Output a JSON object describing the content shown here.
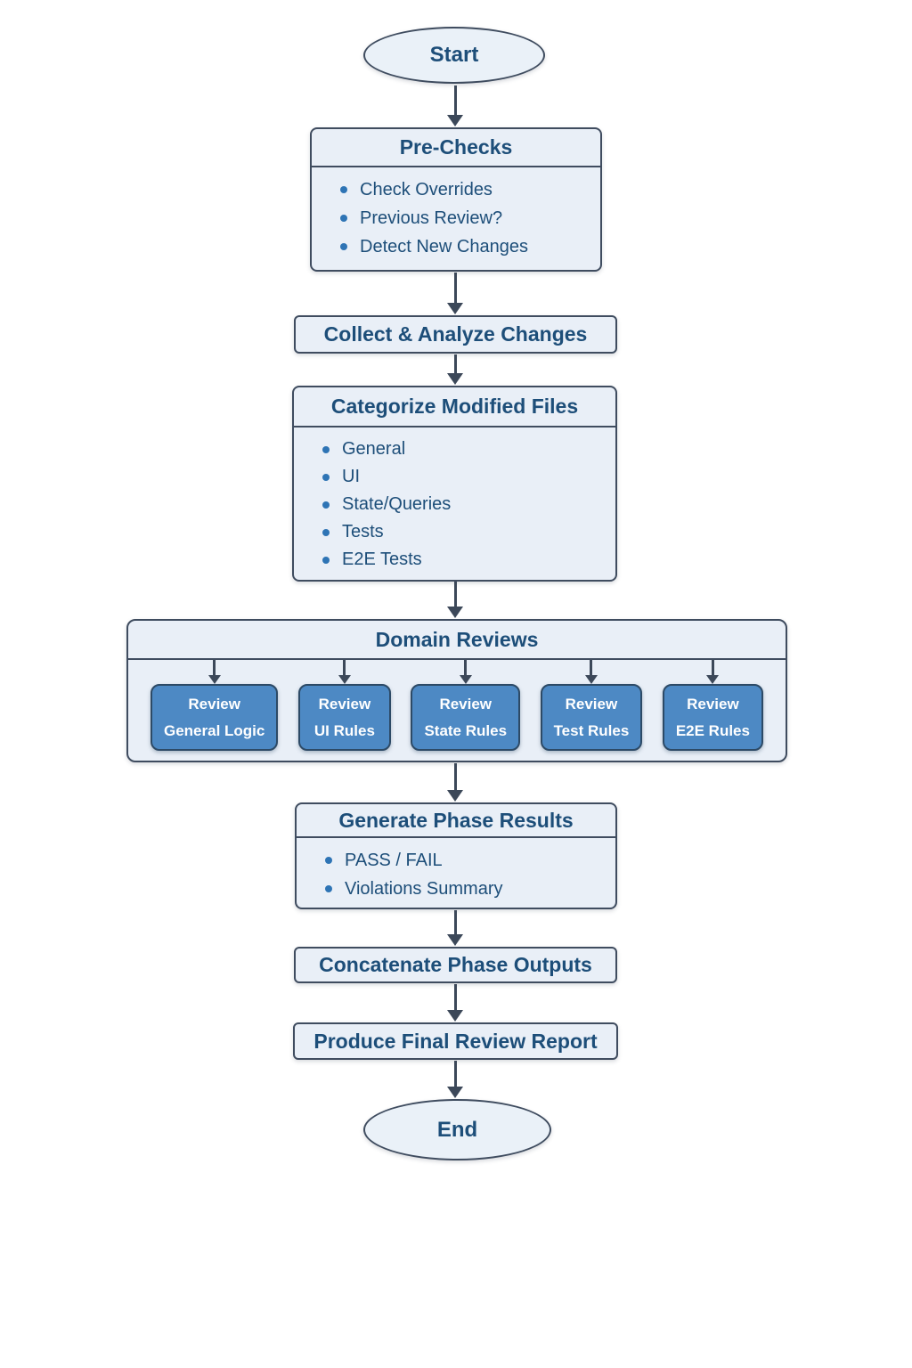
{
  "diagram": {
    "start": {
      "label": "Start"
    },
    "pre_checks": {
      "title": "Pre-Checks",
      "items": [
        "Check Overrides",
        "Previous Review?",
        "Detect New Changes"
      ]
    },
    "collect": {
      "label": "Collect & Analyze Changes"
    },
    "categorize": {
      "title": "Categorize Modified Files",
      "items": [
        "General",
        "UI",
        "State/Queries",
        "Tests",
        "E2E Tests"
      ]
    },
    "domain_reviews": {
      "title": "Domain Reviews",
      "boxes": [
        {
          "line1": "Review",
          "line2": "General Logic"
        },
        {
          "line1": "Review",
          "line2": "UI Rules"
        },
        {
          "line1": "Review",
          "line2": "State Rules"
        },
        {
          "line1": "Review",
          "line2": "Test Rules"
        },
        {
          "line1": "Review",
          "line2": "E2E Rules"
        }
      ]
    },
    "generate": {
      "title": "Generate Phase Results",
      "items": [
        "PASS / FAIL",
        "Violations Summary"
      ]
    },
    "concatenate": {
      "label": "Concatenate Phase Outputs"
    },
    "produce": {
      "label": "Produce Final Review Report"
    },
    "end": {
      "label": "End"
    }
  },
  "colors": {
    "background": "#ffffff",
    "node_fill": "#e9eff7",
    "node_border": "#3f4c5f",
    "title_text": "#1d4e79",
    "bullet": "#2e74b5",
    "review_box_fill": "#4d89c4",
    "review_box_border": "#2d4a66",
    "review_box_text": "#ffffff",
    "arrow": "#3c4859"
  }
}
